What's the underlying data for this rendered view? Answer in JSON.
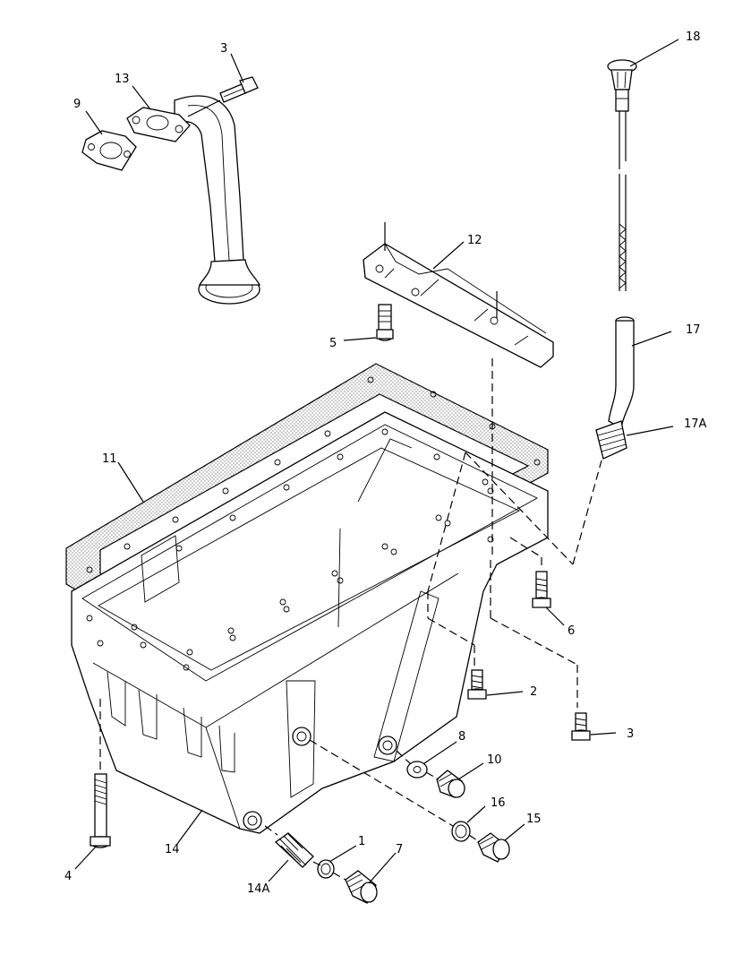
{
  "callouts": {
    "c1": "1",
    "c2": "2",
    "c3a": "3",
    "c3b": "3",
    "c4": "4",
    "c5": "5",
    "c6": "6",
    "c7": "7",
    "c8": "8",
    "c9": "9",
    "c10": "10",
    "c11": "11",
    "c12": "12",
    "c13": "13",
    "c14": "14",
    "c14a": "14A",
    "c15": "15",
    "c16": "16",
    "c17": "17",
    "c17a": "17A",
    "c18": "18"
  }
}
